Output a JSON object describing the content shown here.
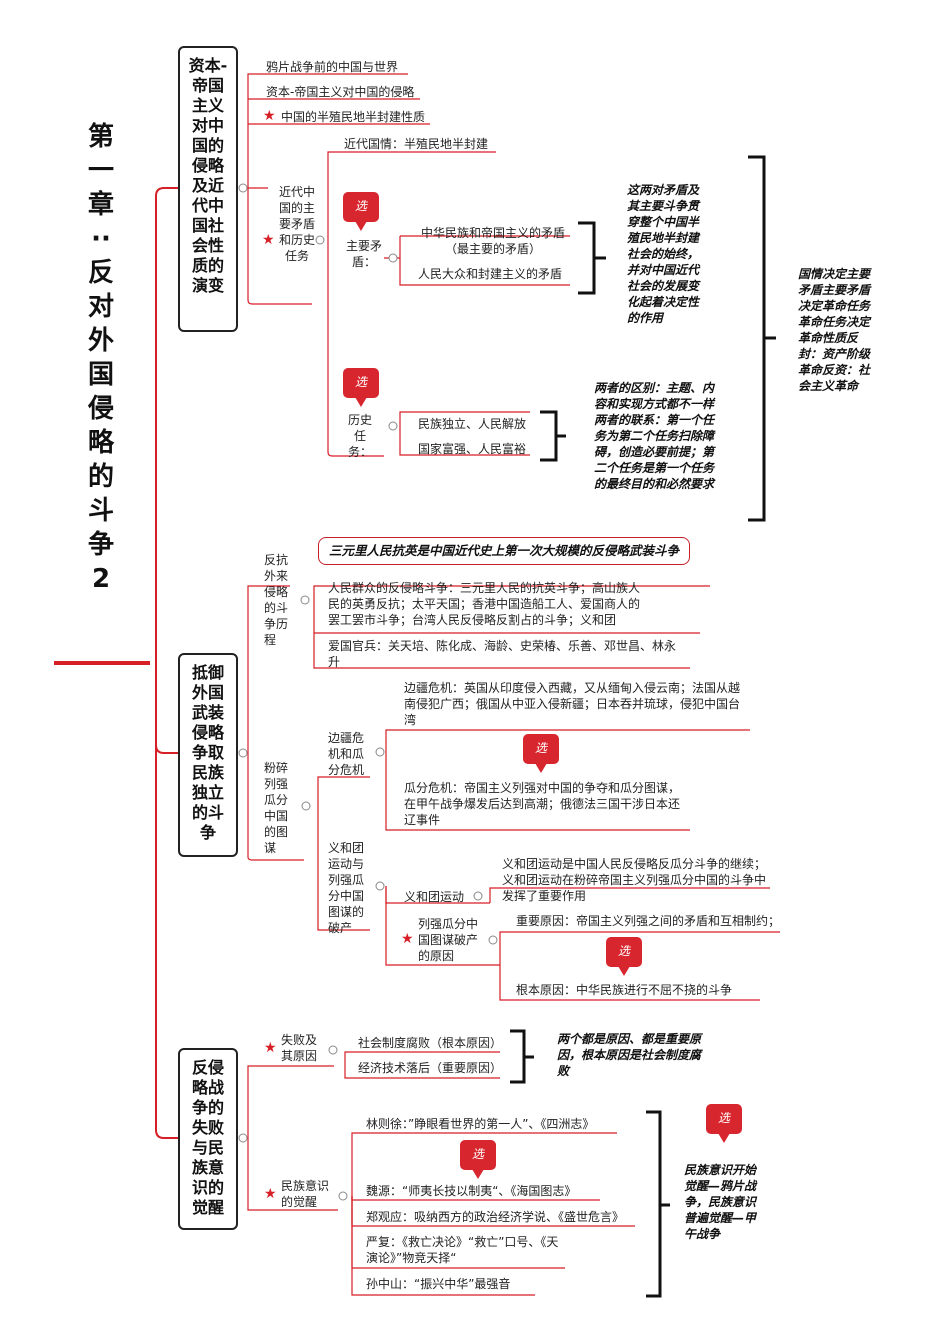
{
  "title": "第一章··反对外国侵略的斗争2",
  "colors": {
    "accent": "#d61f26",
    "line_dark": "#333333"
  },
  "tag_label": "选",
  "sections": {
    "s1": {
      "label": "资本-帝国主义对中国的侵略及近代中国社会性质的演变",
      "items": [
        "鸦片战争前的中国与世界",
        "资本-帝国主义对中国的侵略",
        "中国的半殖民地半封建性质"
      ],
      "sub": {
        "label": "近代中国的主要矛盾和历史任务",
        "national": "近代国情：半殖民地半封建",
        "contradictions_label": "主要矛盾：",
        "contradictions": [
          "中华民族和帝国主义的矛盾（最主要的矛盾）",
          "人民大众和封建主义的矛盾"
        ],
        "contradictions_note": "这两对矛盾及其主要斗争贯穿整个中国半殖民地半封建社会的始终，并对中国近代社会的发展变化起着决定性的作用",
        "tasks_label": "历史任务：",
        "tasks": [
          "民族独立、人民解放",
          "国家富强、人民富裕"
        ],
        "tasks_note": "两者的区别：主题、内容和实现方式都不一样两者的联系：第一个任务为第二个任务扫除障碍，创造必要前提；第二个任务是第一个任务的最终目的和必然要求"
      },
      "right_note": "国情决定主要矛盾主要矛盾决定革命任务革命任务决定革命性质反封：资产阶级革命反资：社会主义革命"
    },
    "s2": {
      "label": "抵御外国武装侵略争取民族独立的斗争",
      "callout": "三元里人民抗英是中国近代史上第一次大规模的反侵略武装斗争",
      "struggle": {
        "label": "反抗外来侵略的斗争历程",
        "people": "人民群众的反侵略斗争：三元里人民的抗英斗争；高山族人民的英勇反抗；太平天国；香港中国造船工人、爱国商人的罢工罢市斗争；台湾人民反侵略反割占的斗争；义和团",
        "officials": "爱国官兵：关天培、陈化成、海龄、史荣椿、乐善、邓世昌、林永升"
      },
      "plot": {
        "label": "粉碎列强瓜分中国的图谋",
        "crisis": {
          "label": "边疆危机和瓜分危机",
          "frontier": "边疆危机：英国从印度侵入西藏，又从缅甸入侵云南；法国从越南侵犯广西；俄国从中亚入侵新疆；日本吞并琉球，侵犯中国台湾",
          "partition": "瓜分危机：帝国主义列强对中国的争夺和瓜分图谋，在甲午战争爆发后达到高潮；俄德法三国干涉日本还辽事件"
        },
        "boxer": {
          "label": "义和团运动与列强瓜分中国图谋的破产",
          "movement_label": "义和团运动",
          "movement": "义和团运动是中国人民反侵略反瓜分斗争的继续；义和团运动在粉碎帝国主义列强瓜分中国的斗争中发挥了重要作用",
          "failure_label": "列强瓜分中国图谋破产的原因",
          "important": "重要原因：帝国主义列强之间的矛盾和互相制约；",
          "root": "根本原因：中华民族进行不屈不挠的斗争"
        }
      }
    },
    "s3": {
      "label": "反侵略战争的失败与民族意识的觉醒",
      "failure": {
        "label": "失败及其原因",
        "items": [
          "社会制度腐败（根本原因）",
          "经济技术落后（重要原因）"
        ],
        "note": "两个都是原因、都是重要原因，根本原因是社会制度腐败"
      },
      "awakening": {
        "label": "民族意识的觉醒",
        "items": [
          "林则徐：”睁眼看世界的第一人”、《四洲志》",
          "魏源：“师夷长技以制夷“、《海国图志》",
          "郑观应：吸纳西方的政治经济学说、《盛世危言》",
          "严复：《救亡决论》“救亡”口号、《天演论》”物竞天择“",
          "孙中山：“振兴中华”最强音"
        ],
        "note": "民族意识开始觉醒—鸦片战争，民族意识普遍觉醒—甲午战争"
      }
    }
  }
}
